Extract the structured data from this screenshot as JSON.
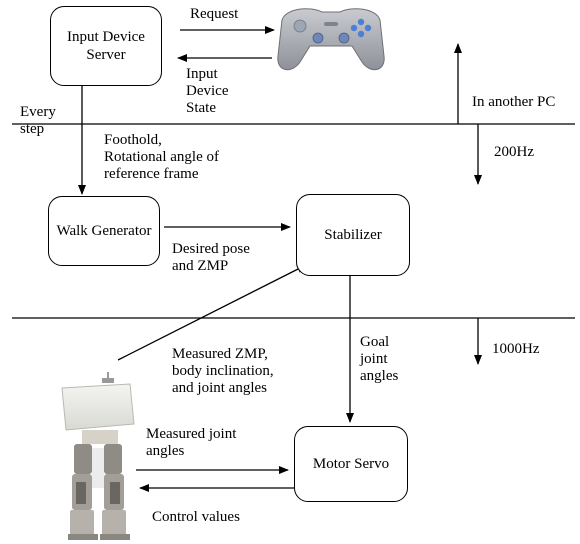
{
  "nodes": {
    "input_device_server": [
      "Input",
      "Device",
      "Server"
    ],
    "walk_generator": [
      "Walk",
      "Generator"
    ],
    "stabilizer": "Stabilizer",
    "motor_servo": [
      "Motor",
      "Servo"
    ]
  },
  "images": {
    "gamepad": "game-controller",
    "robot": "humanoid-robot"
  },
  "labels": {
    "request": "Request",
    "input_device_state": [
      "Input",
      "Device",
      "State"
    ],
    "every_step": [
      "Every",
      "step"
    ],
    "in_another_pc": "In another PC",
    "hz200": "200Hz",
    "foothold": [
      "Foothold,",
      "Rotational angle of",
      "reference frame"
    ],
    "desired_pose": [
      "Desired pose",
      "and ZMP"
    ],
    "goal_joint": [
      "Goal",
      "joint",
      "angles"
    ],
    "hz1000": "1000Hz",
    "measured_zmp": [
      "Measured ZMP,",
      "body inclination,",
      "and joint angles"
    ],
    "measured_joint": [
      "Measured joint",
      "angles"
    ],
    "control_values": "Control values"
  }
}
